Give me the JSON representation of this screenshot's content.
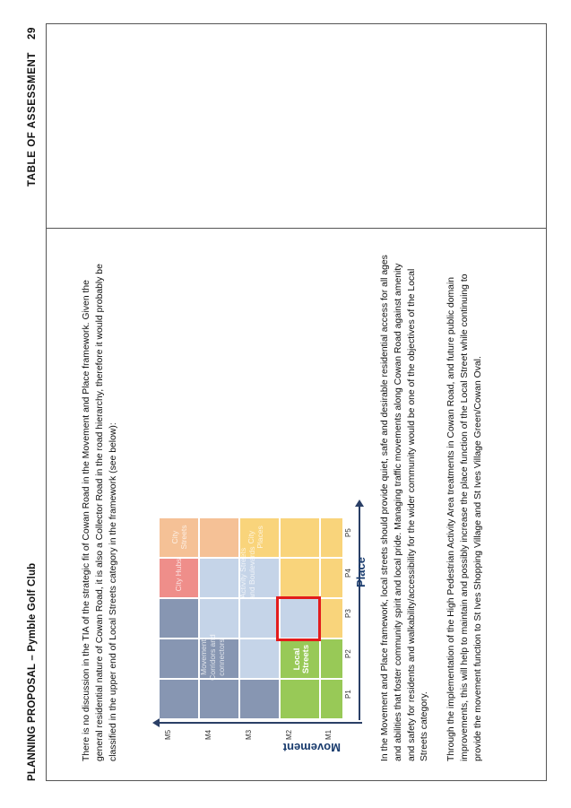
{
  "header": {
    "title": "PLANNING PROPOSAL – Pymble Golf Club",
    "section": "TABLE OF ASSESSMENT",
    "page_number": "29"
  },
  "body": {
    "intro": "There is no discussion in the TIA of the strategic fit of Cowan Road in the Movement and Place framework. Given the general residential nature of Cowan Road, it is also a Collector Road in the road hierarchy, therefore it would probably be classified in the upper end of Local Streets category in the framework (see below):",
    "paragraph_2": "In the Movement and Place framework, local streets should provide quiet, safe and desirable residential access for all ages and abilities that foster community spirit and local pride. Managing traffic movements along Cowan Road against amenity and safety for residents and walkability/accessibility for the wider community would be one of the objectives of the Local Streets category.",
    "paragraph_3": "Through the implementation of the High Pedestrian Activity Area treatments in Cowan Road, and future public domain improvements, this will help to maintain and possibly increase the place function of the Local Street while continuing to provide the movement function to St Ives Shopping Village and St Ives Village Green/Cowan Oval."
  },
  "matrix": {
    "y_axis_label": "Movement",
    "x_axis_label": "Place",
    "y_ticks": [
      "M5",
      "M4",
      "M3",
      "M2",
      "M1"
    ],
    "x_ticks": [
      "P1",
      "P2",
      "P3",
      "P4",
      "P5"
    ],
    "categories": {
      "movement": "Movement Corridors and connectors",
      "activity": "Activity Streets and Boulevards",
      "city_hubs": "City Hubs",
      "city_streets": "City Streets",
      "city_places": "City Places",
      "local": "Local Streets"
    },
    "colors": {
      "movement": "#8796b2",
      "activity": "#c5d4e8",
      "city_hubs": "#ef8e8a",
      "city_streets": "#f5c196",
      "city_places": "#f9d47b",
      "local": "#98c957",
      "highlight": "#e21c1c"
    },
    "highlighted_cell": "P3 / M2"
  }
}
